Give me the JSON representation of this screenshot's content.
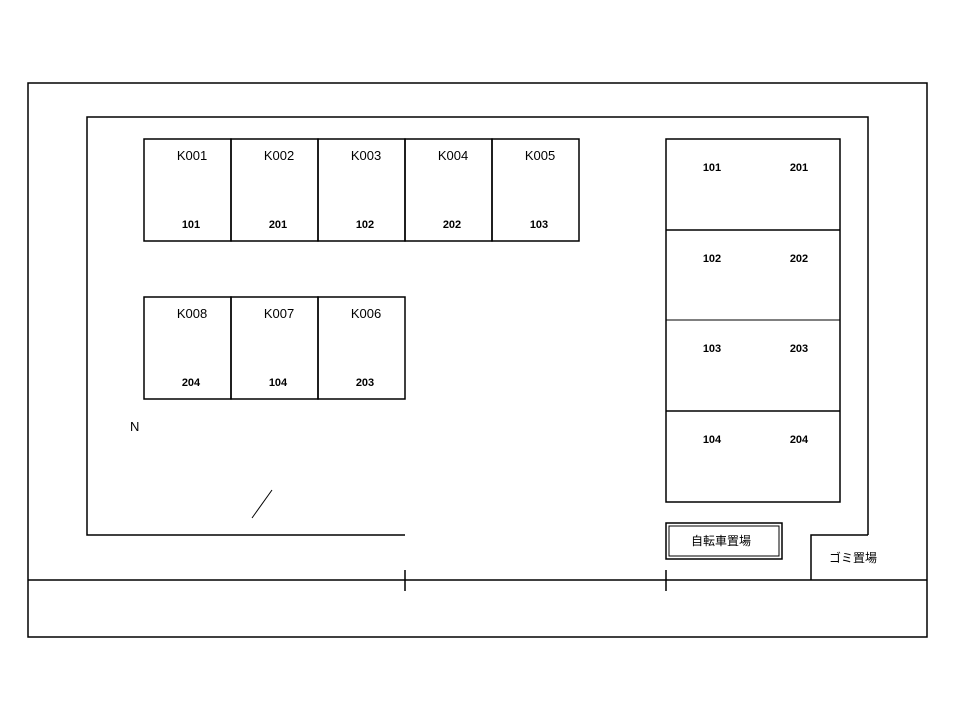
{
  "parking": {
    "top_row": [
      {
        "code": "K001",
        "unit": "101"
      },
      {
        "code": "K002",
        "unit": "201"
      },
      {
        "code": "K003",
        "unit": "102"
      },
      {
        "code": "K004",
        "unit": "202"
      },
      {
        "code": "K005",
        "unit": "103"
      }
    ],
    "bottom_row": [
      {
        "code": "K008",
        "unit": "204"
      },
      {
        "code": "K007",
        "unit": "104"
      },
      {
        "code": "K006",
        "unit": "203"
      }
    ]
  },
  "building": {
    "floors": [
      {
        "left": "101",
        "right": "201"
      },
      {
        "left": "102",
        "right": "202"
      },
      {
        "left": "103",
        "right": "203"
      },
      {
        "left": "104",
        "right": "204"
      }
    ]
  },
  "compass": {
    "label": "N"
  },
  "bicycle_parking": {
    "label": "自転車置場"
  },
  "garbage_area": {
    "label": "ゴミ置場"
  }
}
